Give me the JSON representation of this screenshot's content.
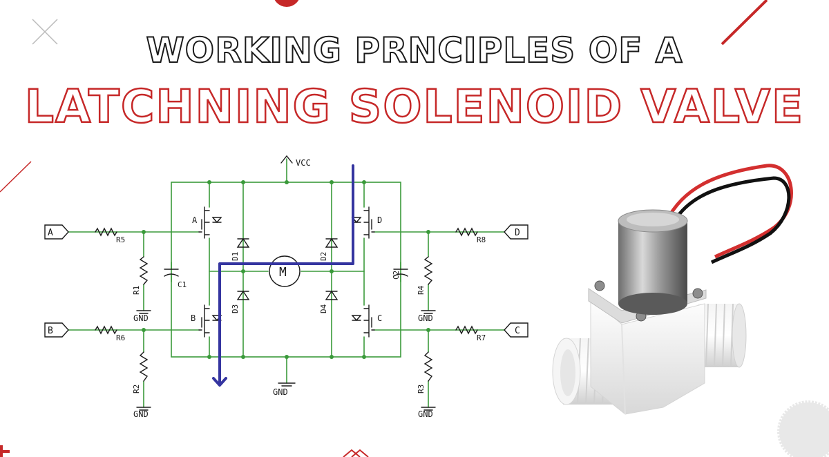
{
  "title": {
    "line1": "WORKING PRNCIPLES OF A",
    "line2": "LATCHNING SOLENOID VALVE"
  },
  "colors": {
    "accent_red": "#c62828",
    "wire_green": "#3a9a3a",
    "path_blue": "#3535a0",
    "ink": "#1a1a1a"
  },
  "schematic": {
    "vcc": "VCC",
    "gnd": "GND",
    "motor": "M",
    "ports": [
      "A",
      "B",
      "C",
      "D"
    ],
    "transistors": [
      "A",
      "B",
      "C",
      "D"
    ],
    "resistors": [
      "R5",
      "R6",
      "R8",
      "R7",
      "R1",
      "R2",
      "R4",
      "R3"
    ],
    "capacitors": [
      "C1",
      "C2"
    ],
    "diodes": [
      "D1",
      "D2",
      "D3",
      "D4"
    ]
  },
  "photo": {
    "subject": "solenoid-valve",
    "wire_colors": [
      "#d32f2f",
      "#111111"
    ]
  }
}
